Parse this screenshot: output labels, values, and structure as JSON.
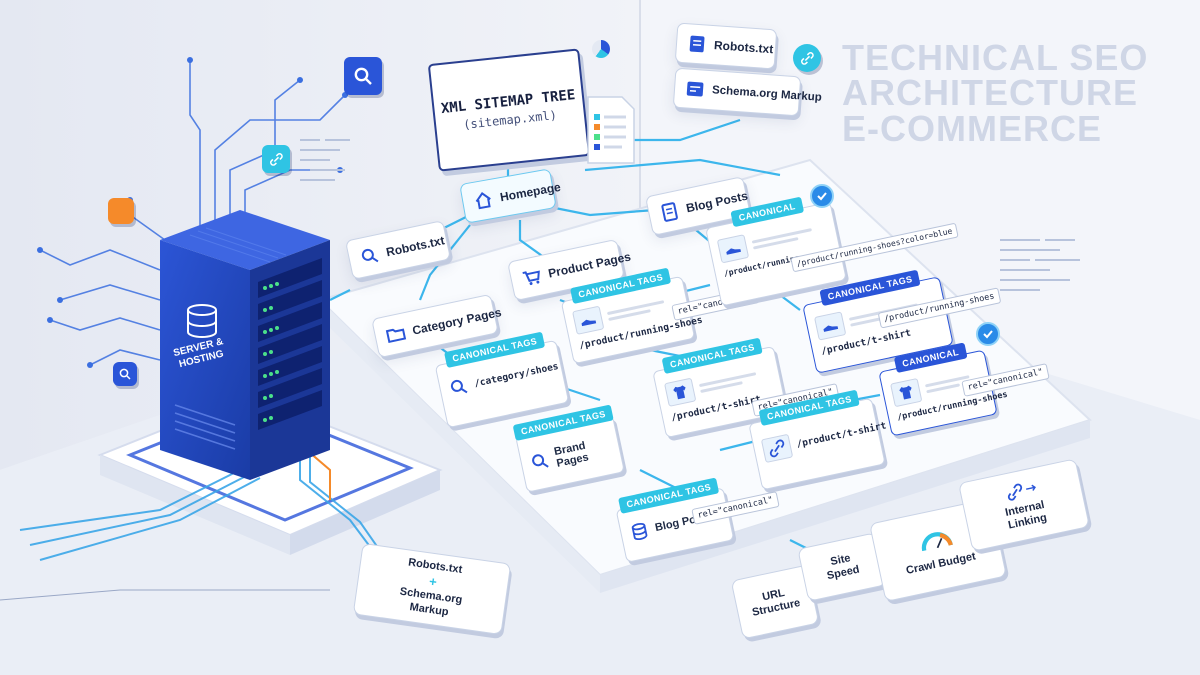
{
  "title": {
    "lines": [
      "TECHNICAL SEO",
      "ARCHITECTURE",
      "E-COMMERCE"
    ]
  },
  "sitemap": {
    "title": "XML SITEMAP TREE",
    "subtitle": "(sitemap.xml)"
  },
  "server": {
    "label_line1": "SERVER &",
    "label_line2": "HOSTING"
  },
  "top_docs": {
    "robots": "Robots.txt",
    "schema": "Schema.org Markup"
  },
  "nodes": {
    "homepage": "Homepage",
    "robots": "Robots.txt",
    "product_pages": "Product Pages",
    "blog_posts": "Blog Posts",
    "category_pages": "Category Pages",
    "brand_pages": "Brand Pages",
    "blog_posts_bottom": "Blog Posts"
  },
  "canonical": {
    "tag_label": "CANONICAL TAGS",
    "tag_label_single": "CANONICAL",
    "rel": "rel=\"canonical\"",
    "urls": {
      "running_shoes_color_blue": "/product/running-shoes?color=blue",
      "running_shoes_1": "/product/running-shoes",
      "running_shoes_2": "/product/running-shoes",
      "running_shoes_3": "/product/running-shoes",
      "category_shoes": "/category/shoes",
      "tshirt_1": "/product/t-shirt",
      "tshirt_2": "/product/t-shirt",
      "tshirt_3": "/product/t-shirt"
    }
  },
  "metrics": {
    "url_structure": [
      "URL",
      "Structure"
    ],
    "site_speed": [
      "Site",
      "Speed"
    ],
    "crawl_budget": "Crawl Budget",
    "internal_linking": [
      "Internal",
      "Linking"
    ]
  },
  "bottom_card": {
    "line1": "Robots.txt",
    "plus": "+",
    "line2": "Schema.org",
    "line3": "Markup"
  },
  "icons": [
    "search-icon",
    "link-icon",
    "home-icon",
    "cart-icon",
    "folder-icon",
    "shoe-icon",
    "shirt-icon",
    "database-icon",
    "document-icon",
    "gauge-icon",
    "check-badge-icon"
  ],
  "colors": {
    "primary_blue": "#2a55d8",
    "server_dark": "#1d3fa8",
    "accent_cyan": "#2fc4e4",
    "accent_orange": "#f58a2a",
    "background": "#eef1f7"
  }
}
